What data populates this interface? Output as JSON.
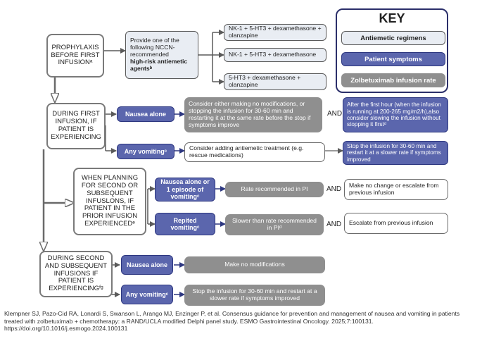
{
  "key": {
    "title": "KEY",
    "items": [
      {
        "label": "Antiemetic regimens",
        "color": "#e9edf3"
      },
      {
        "label": "Patient symptoms",
        "color": "#5b66ad"
      },
      {
        "label": "Zolbetuximab infusion rate",
        "color": "#8f8f8f"
      }
    ]
  },
  "stages": {
    "prophylaxis": "PROPHYLAXIS BEFORE FIRST INFUSIONᵃ",
    "first_infusion": "DURING FIRST INFUSION, IF PATIENT IS EXPERIENCING",
    "planning": "WHEN PLANNING FOR SECOND OR SUBSEQUENT INFUSLONS, IF PATIENT IN THE PRIOR INFUSION EXPERIENCEDᵉ",
    "subsequent": "DURING SECOND AND SUBSEQUENT INFUSIONS IF PATIENT IS EXPERIENCINGᶠᵍ"
  },
  "prophylaxis": {
    "provide_pre": "Provide one of the following NCCN-recommended",
    "provide_bold": "high-risk antiemetic agentsᵇ",
    "options": [
      "NK-1 + 5-HT3 + dexamethasone + olanzapine",
      "NK-1 + 5-HT3 + dexamethasone",
      "5-HT3 + dexamethasone + olanzapine"
    ]
  },
  "first_infusion": {
    "nausea": {
      "symptom": "Nausea alone",
      "action": "Consider either making no modifications, or stopping the infusion for 30-60 min and restarting it at the same rate before the stop if symptoms improve",
      "and": "AND",
      "rate": "After the first hour (when the infusion is running at 200-265 mg/m2/h),also consider slowing the infusion without stopping it firstᵈ"
    },
    "vomiting": {
      "symptom": "Any vomitingᶜ",
      "action": "Consider adding antiemetic treatment (e.g. rescue medications)",
      "rate": "Stop the infusion for 30-60 min and restart it at a slower rate if symptoms improved"
    }
  },
  "planning": {
    "nausea": {
      "symptom": "Nausea alone or 1 episode of vomitingᶜ",
      "rate": "Rate recommended in PI",
      "and": "AND",
      "action": "Make no change or escalate from previous infusion"
    },
    "vomiting": {
      "symptom": "Repited vomitingᶜ",
      "rate": "Slower than rate recommended in PIᵈ",
      "and": "AND",
      "action": "Escalate from previous infusion"
    }
  },
  "subsequent": {
    "nausea": {
      "symptom": "Nausea alone",
      "rate": "Make no modifications"
    },
    "vomiting": {
      "symptom": "Any vomitingᶜ",
      "rate": "Stop the infusion for 30-60 min and restart at a slower rate if symptoms improved"
    }
  },
  "footer": "Klempner SJ, Pazo-Cid RA, Lonardi S, Swanson L, Arango MJ, Enzinger P, et al. Consensus guidance for prevention and management of nausea and vomiting in patients treated with zolbetuximab + chemotherapy: a RAND/UCLA modified Delphi panel study. ESMO Gastrointestinal Oncology. 2025;7:100131. https://doi.org/10.1016/j.esmogo.2024.100131"
}
